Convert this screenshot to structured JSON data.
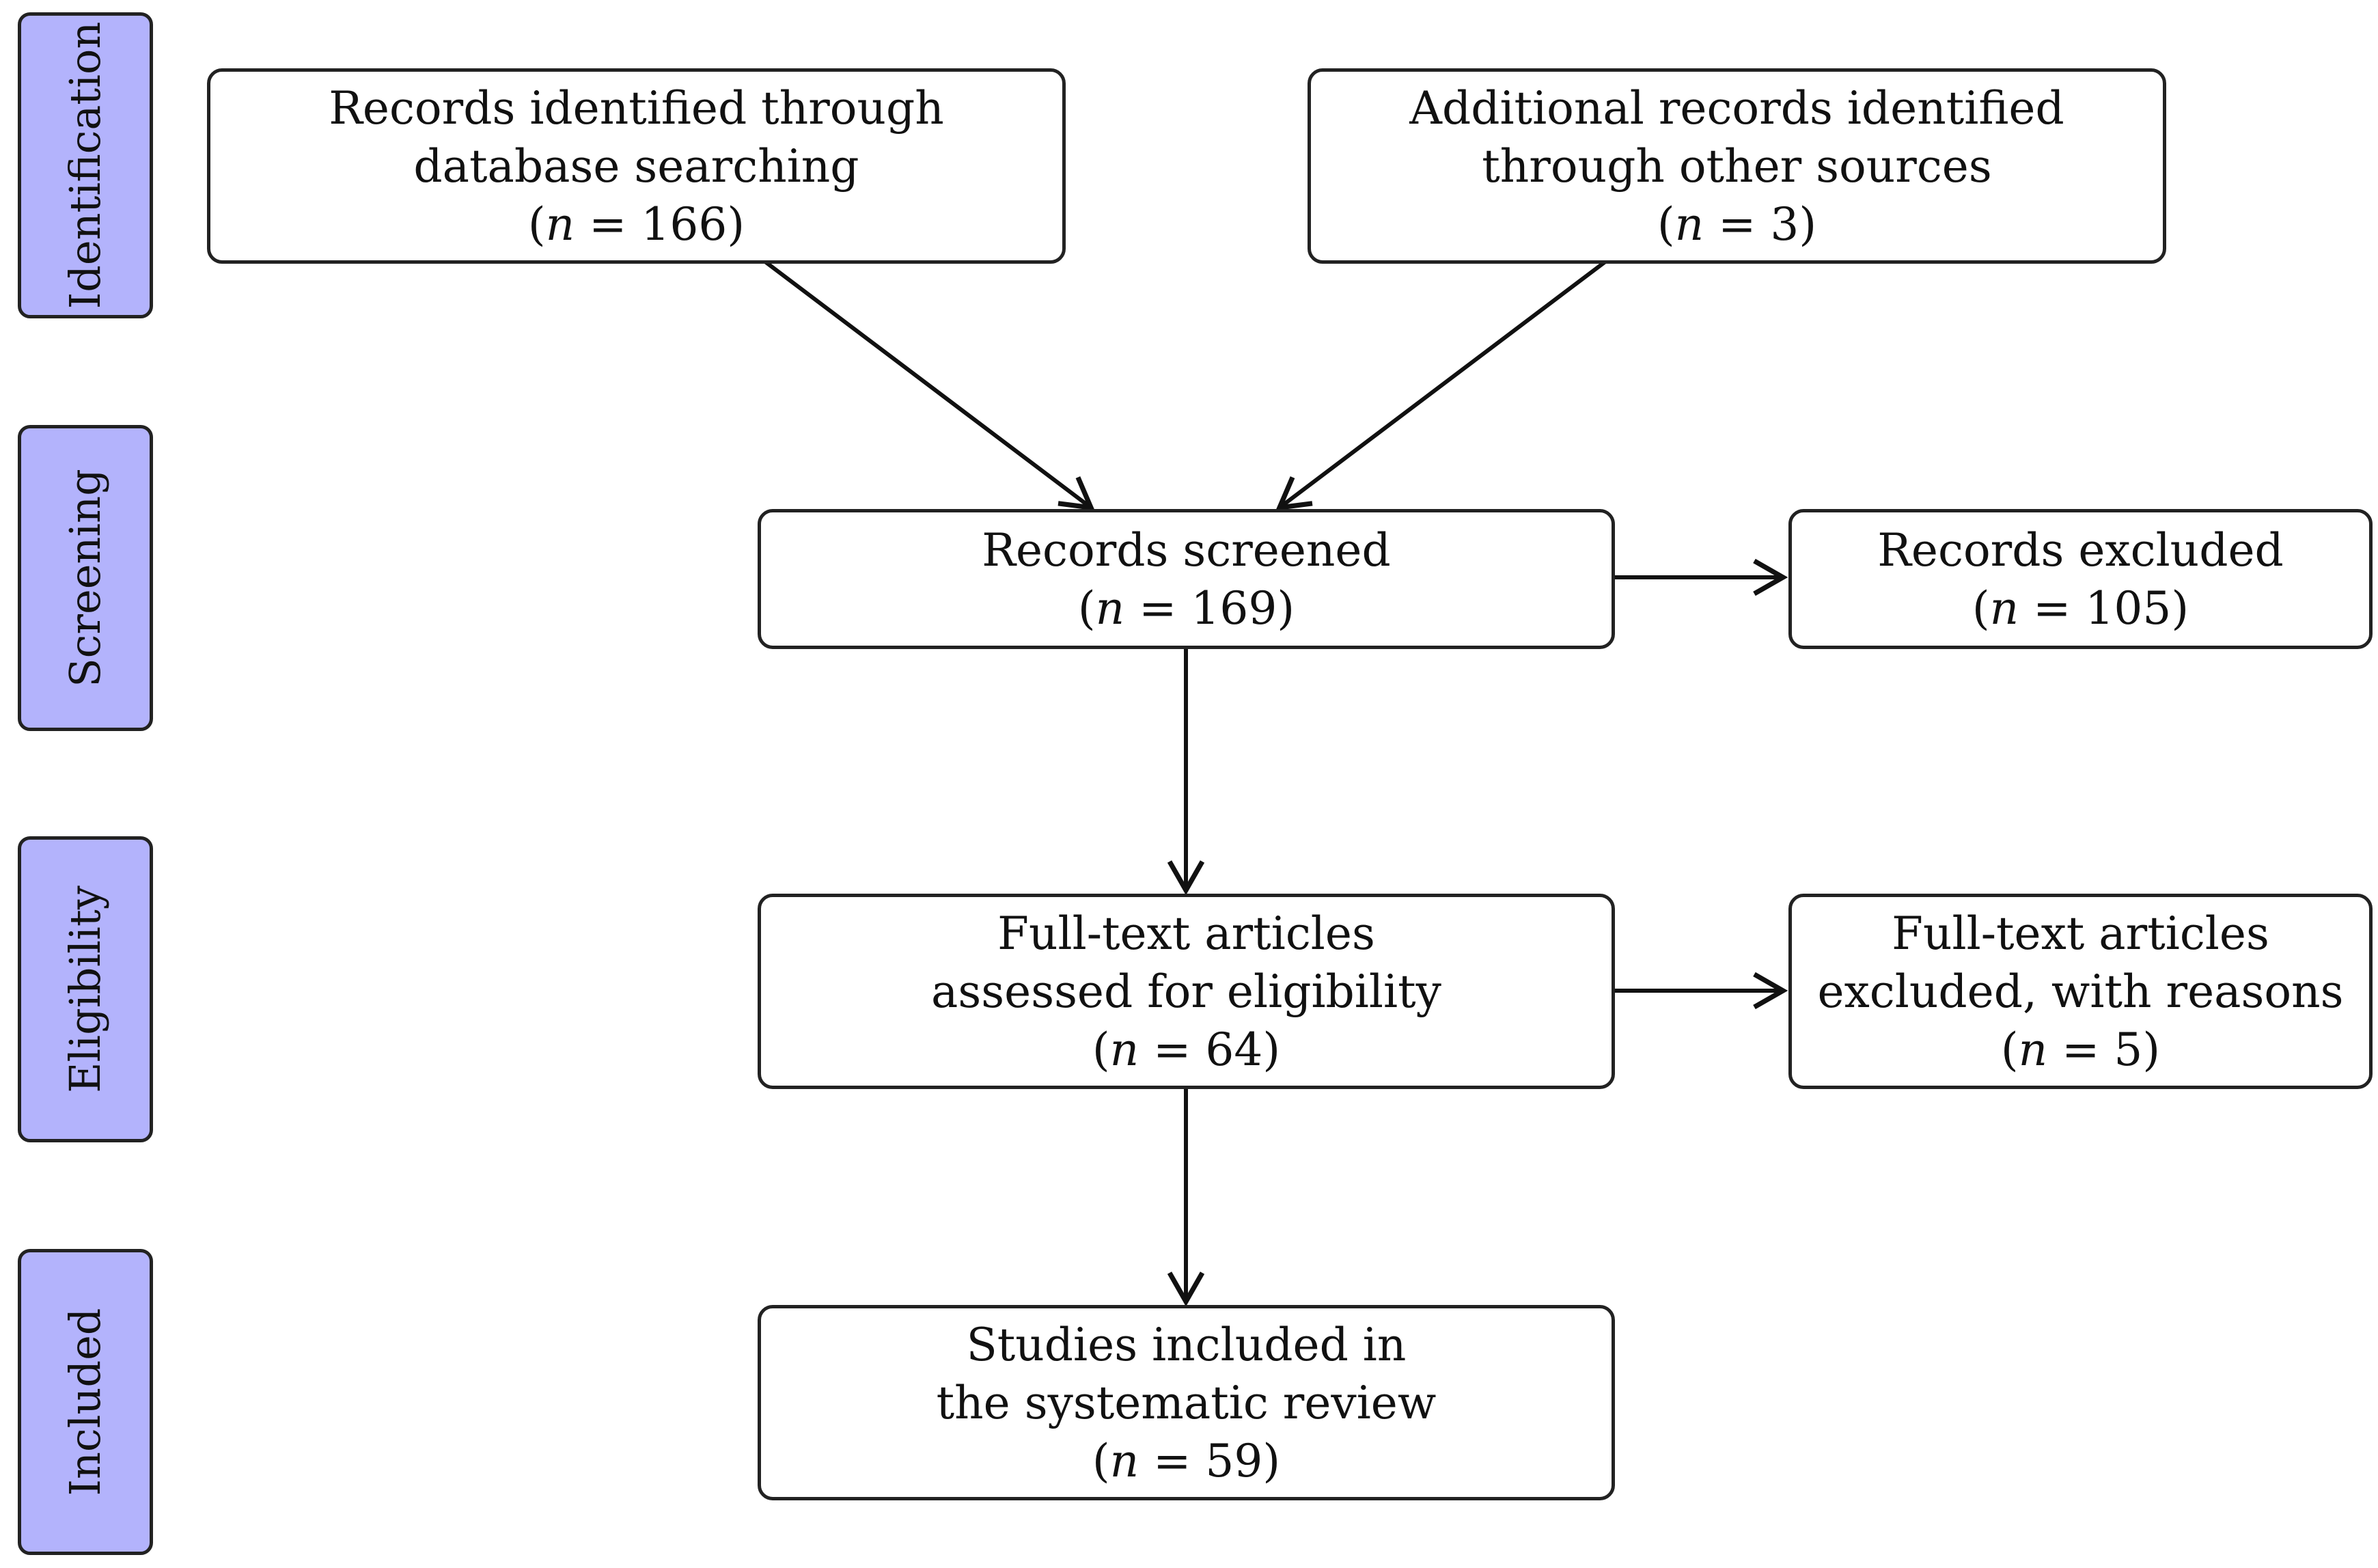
{
  "stages": {
    "identification": "Identification",
    "screening": "Screening",
    "eligibility": "Eligibility",
    "included": "Included"
  },
  "boxes": {
    "database_records": {
      "line1": "Records identified through",
      "line2": "database searching",
      "count_prefix": "(",
      "count_var": "n",
      "count_rest": " = 166)"
    },
    "other_records": {
      "line1": "Additional records identified",
      "line2": "through other sources",
      "count_prefix": "(",
      "count_var": "n",
      "count_rest": " = 3)"
    },
    "screened": {
      "line1": "Records screened",
      "count_prefix": "(",
      "count_var": "n",
      "count_rest": " = 169)"
    },
    "excluded": {
      "line1": "Records excluded",
      "count_prefix": "(",
      "count_var": "n",
      "count_rest": " = 105)"
    },
    "fulltext_assessed": {
      "line1": "Full-text articles",
      "line2": "assessed for eligibility",
      "count_prefix": "(",
      "count_var": "n",
      "count_rest": " = 64)"
    },
    "fulltext_excluded": {
      "line1": "Full-text articles",
      "line2": "excluded, with reasons",
      "count_prefix": "(",
      "count_var": "n",
      "count_rest": " = 5)"
    },
    "included": {
      "line1": "Studies included in",
      "line2": "the systematic review",
      "count_prefix": "(",
      "count_var": "n",
      "count_rest": " = 59)"
    }
  },
  "colors": {
    "stage_fill": "#b3b3fc",
    "stroke": "#222222"
  }
}
